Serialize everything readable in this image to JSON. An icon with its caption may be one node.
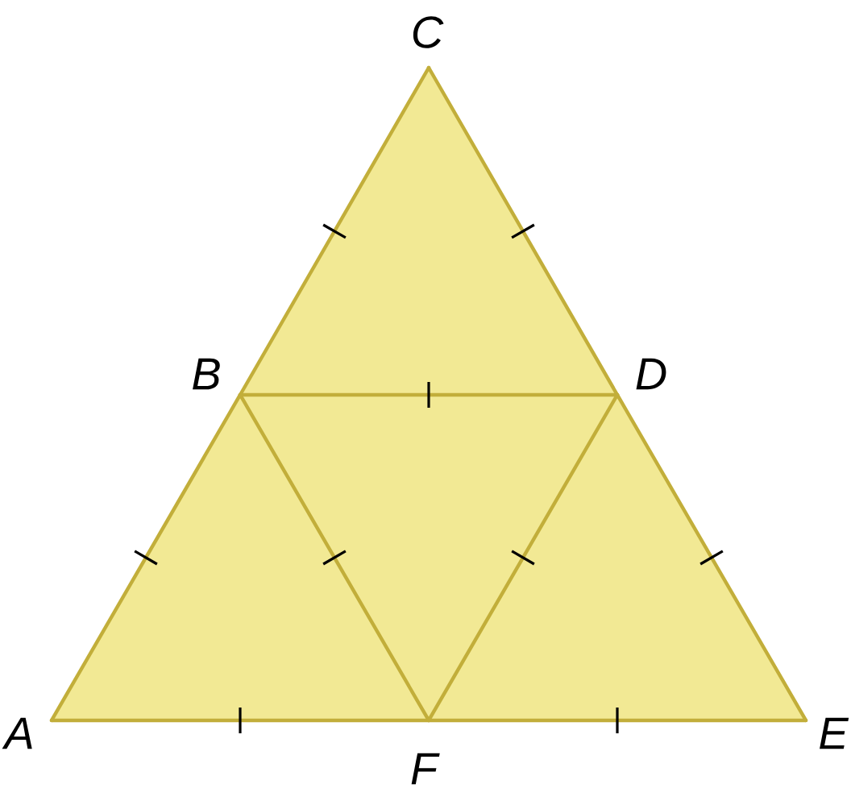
{
  "diagram": {
    "labels": [
      "C",
      "B",
      "D",
      "A",
      "F",
      "E"
    ]
  }
}
